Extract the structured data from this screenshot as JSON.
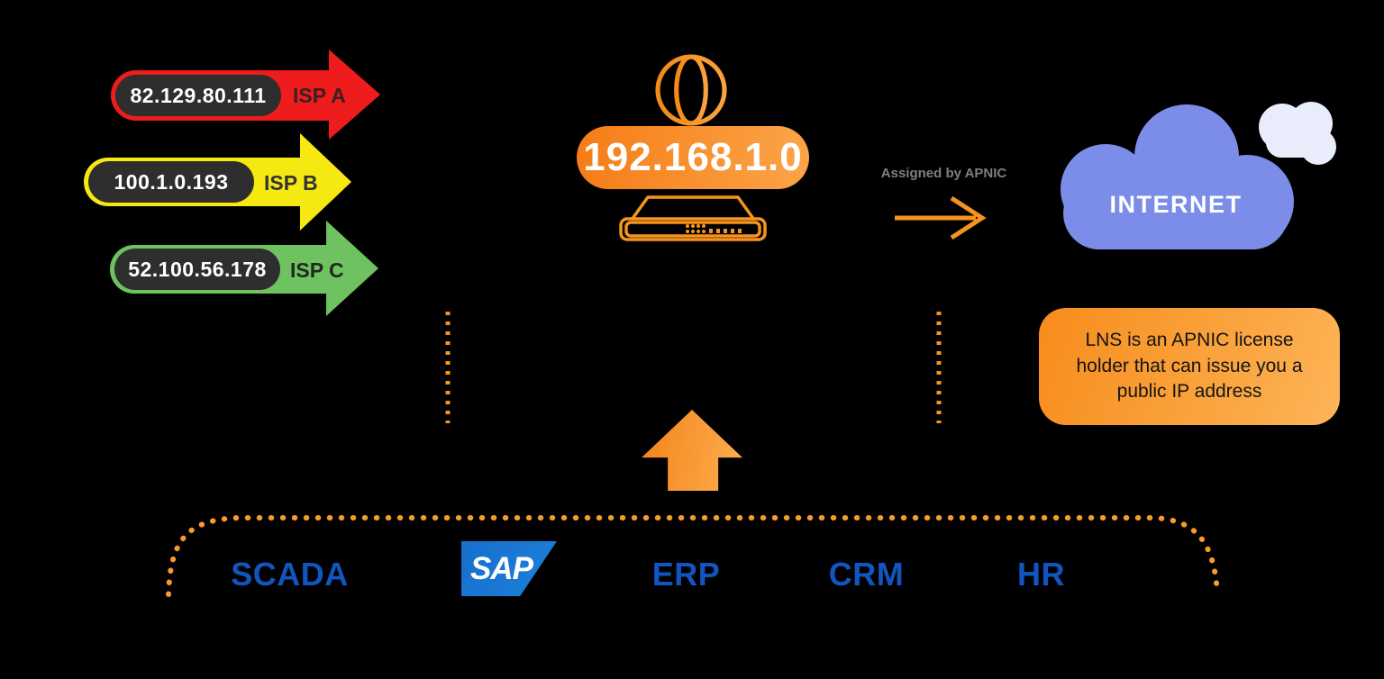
{
  "isp_arrows": [
    {
      "ip": "82.129.80.111",
      "label": "ISP A",
      "color": "#ee1c1c"
    },
    {
      "ip": "100.1.0.193",
      "label": "ISP B",
      "color": "#f6e912"
    },
    {
      "ip": "52.100.56.178",
      "label": "ISP C",
      "color": "#6ec25f"
    }
  ],
  "router": {
    "network": "192.168.1.0"
  },
  "apnic_caption": "Assigned by APNIC",
  "internet": {
    "label": "INTERNET"
  },
  "callout": {
    "text": "LNS is an APNIC license holder that can issue you a public IP address"
  },
  "services": {
    "items": [
      {
        "label": "SCADA"
      },
      {
        "label": "SAP"
      },
      {
        "label": "ERP"
      },
      {
        "label": "CRM"
      },
      {
        "label": "HR"
      }
    ]
  },
  "colors": {
    "background": "#000000",
    "orange_accent": "#f7941d",
    "router_pill_gradient": [
      "#f57d17",
      "#fca448"
    ],
    "ip_pill_bg": "#2e2e2e",
    "ip_text": "#ffffff",
    "isp_red": "#ee1c1c",
    "isp_yellow": "#f6e912",
    "isp_green": "#6ec25f",
    "caption_gray": "#7f7f7f",
    "cloud_blue": "#7b8de8",
    "cloud_light": "#e9edfb",
    "callout_gradient": [
      "#f78c1b",
      "#fcb558"
    ],
    "service_label_blue": "#1155c0",
    "sap_blue": "#1a76d2"
  }
}
